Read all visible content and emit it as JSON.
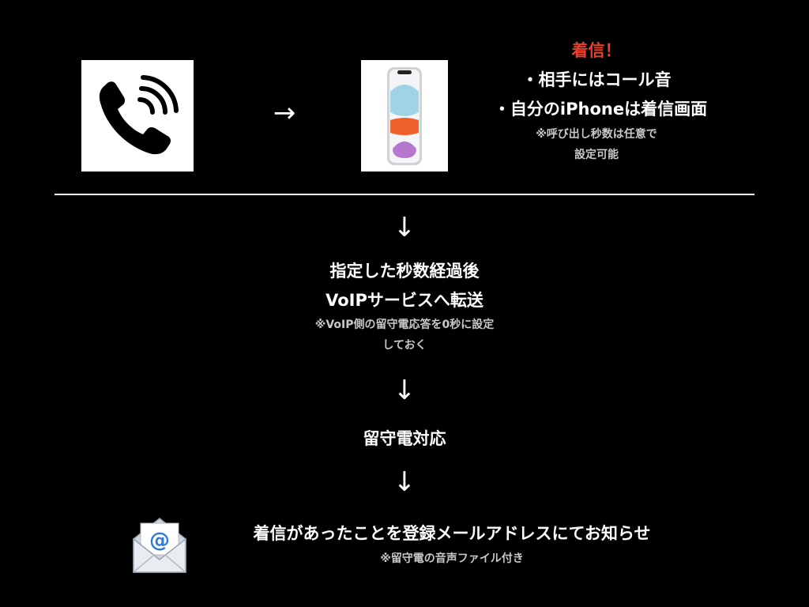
{
  "colors": {
    "background": "#000000",
    "text": "#ffffff",
    "note": "#c8c8c8",
    "alert": "#e8402f"
  },
  "icons": {
    "phone": "phone-ringing-icon",
    "iphone": "iphone-icon",
    "mail": "email-envelope-icon",
    "arrow_right": "→",
    "arrow_down": "↓"
  },
  "incoming": {
    "title": "着信！",
    "lines": [
      "・相手にはコール音",
      "・自分のiPhoneは着信画面"
    ],
    "notes": [
      "※呼び出し秒数は任意で",
      "設定可能"
    ]
  },
  "steps": [
    {
      "lines": [
        "指定した秒数経過後",
        "VoIPサービスへ転送"
      ],
      "notes": [
        "※VoIP側の留守電応答を0秒に設定",
        "しておく"
      ]
    },
    {
      "lines": [
        "留守電対応"
      ],
      "notes": []
    },
    {
      "lines": [
        "着信があったことを登録メールアドレスにてお知らせ"
      ],
      "notes": [
        "※留守電の音声ファイル付き"
      ]
    }
  ]
}
